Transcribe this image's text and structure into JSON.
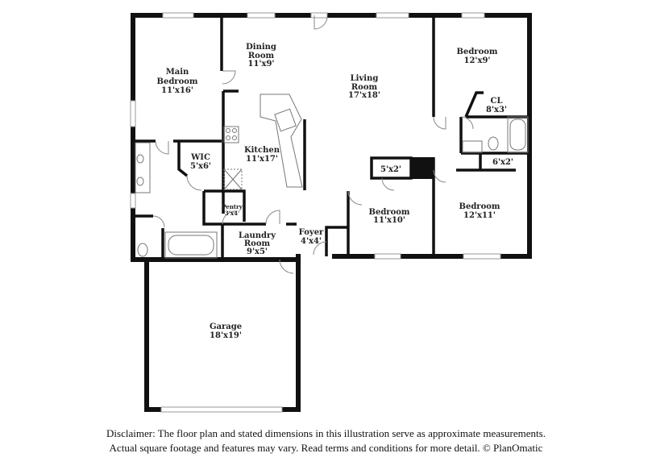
{
  "rooms": {
    "main_bedroom": {
      "name1": "Main",
      "name2": "Bedroom",
      "dim": "11'x16'"
    },
    "dining_room": {
      "name1": "Dining",
      "name2": "Room",
      "dim": "11'x9'"
    },
    "living_room": {
      "name1": "Living",
      "name2": "Room",
      "dim": "17'x18'"
    },
    "bedroom_ne": {
      "name": "Bedroom",
      "dim": "12'x9'"
    },
    "closet_cl": {
      "name": "CL",
      "dim": "8'x3'"
    },
    "wic": {
      "name": "WIC",
      "dim": "5'x6'"
    },
    "kitchen": {
      "name": "Kitchen",
      "dim": "11'x17'"
    },
    "closet_5x2": {
      "dim": "5'x2'"
    },
    "closet_6x2": {
      "dim": "6'x2'"
    },
    "pantry": {
      "name": "Pentry",
      "dim": "3'x4'"
    },
    "laundry": {
      "name1": "Laundry",
      "name2": "Room",
      "dim": "9'x5'"
    },
    "foyer": {
      "name": "Foyer",
      "dim": "4'x4'"
    },
    "bedroom_mid": {
      "name": "Bedroom",
      "dim": "11'x10'"
    },
    "bedroom_se": {
      "name": "Bedroom",
      "dim": "12'x11'"
    },
    "garage": {
      "name": "Garage",
      "dim": "18'x19'"
    }
  },
  "disclaimer": {
    "line1": "Disclaimer: The floor plan and stated dimensions in this illustration serve as approximate measurements.",
    "line2": "Actual square footage and features may vary. Read terms and conditions for more detail. © PlanOmatic"
  }
}
